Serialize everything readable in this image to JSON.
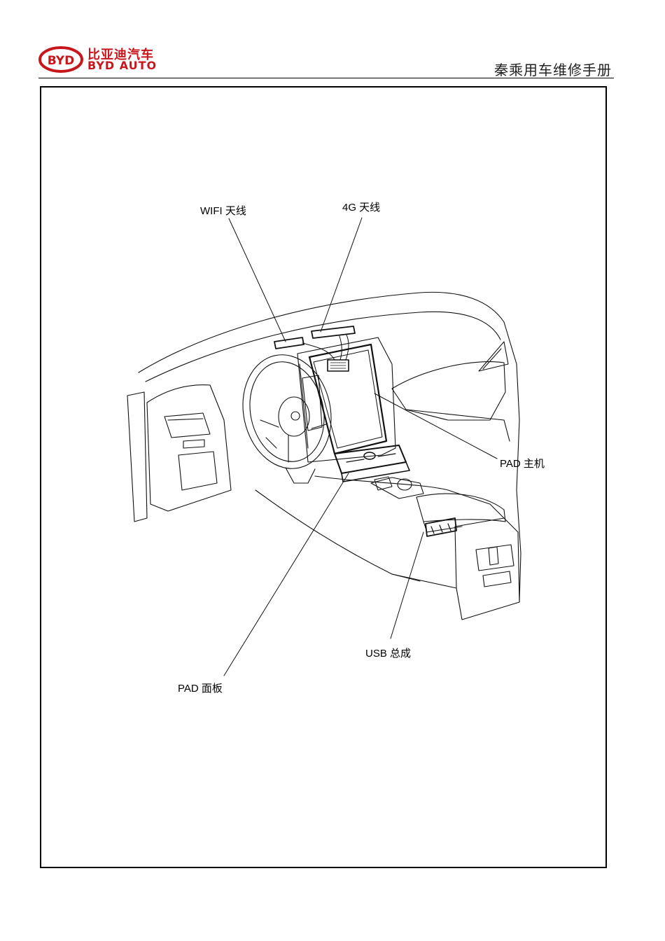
{
  "header": {
    "brand_zh": "比亚迪汽车",
    "brand_en": "BYD AUTO",
    "logo_text": "BYD",
    "manual_title": "秦乘用车维修手册",
    "brand_color": "#c8161d"
  },
  "diagram": {
    "labels": {
      "wifi_antenna": "WIFI 天线",
      "antenna_4g": "4G 天线",
      "pad_host": "PAD 主机",
      "pad_panel": "PAD 面板",
      "usb_assembly": "USB 总成"
    }
  }
}
